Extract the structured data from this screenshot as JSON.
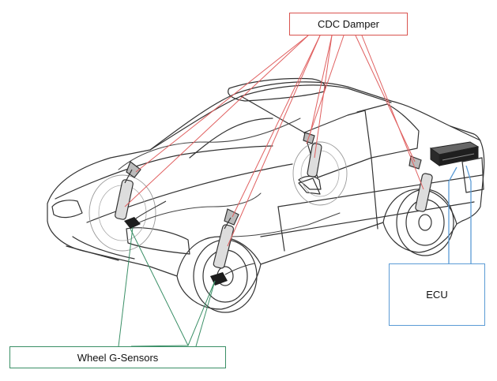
{
  "labels": {
    "cdc_damper": "CDC Damper",
    "ecu": "ECU",
    "wheel_g_sensors": "Wheel G-Sensors"
  },
  "colors": {
    "cdc_line": "#e06060",
    "ecu_line": "#5b9bd5",
    "sensor_line": "#3a8f66",
    "car_outline": "#333333"
  }
}
